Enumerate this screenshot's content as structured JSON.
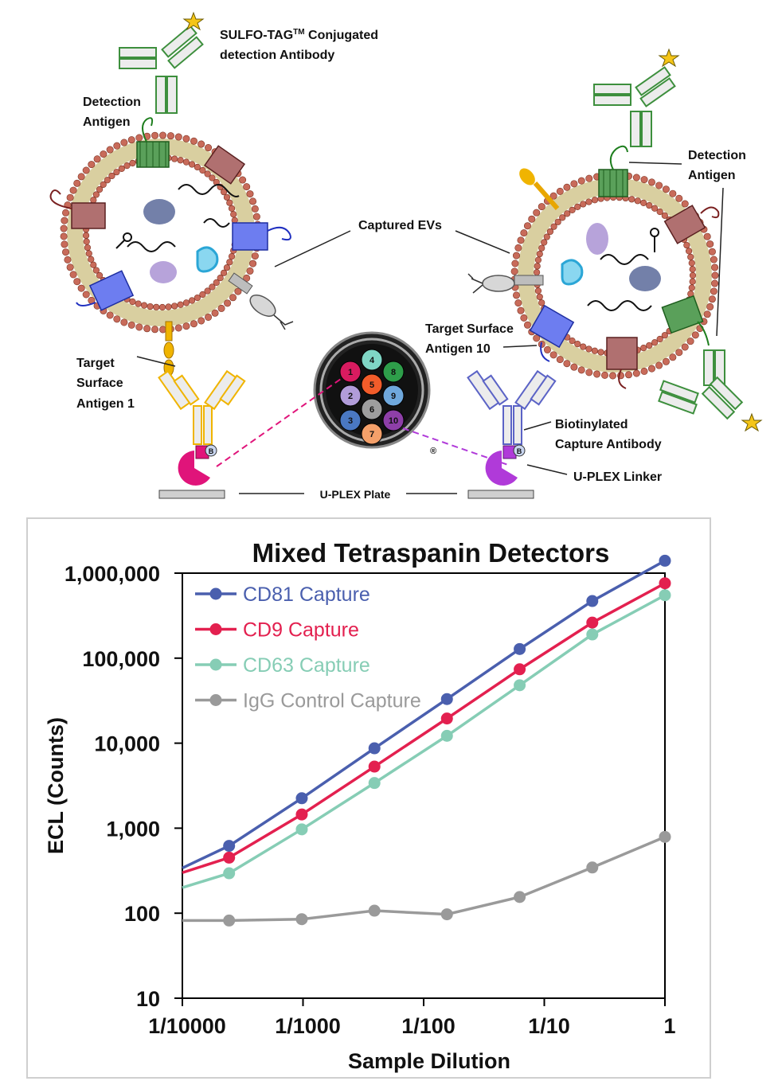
{
  "diagram": {
    "sulfo_tag": "SULFO-TAG",
    "tm": "TM",
    "sulfo_tag_rest": " Conjugated",
    "detection_antibody": "detection Antibody",
    "detection_antigen_left_1": "Detection",
    "detection_antigen_left_2": "Antigen",
    "detection_antigen_right_1": "Detection",
    "detection_antigen_right_2": "Antigen",
    "captured_evs": "Captured EVs",
    "target_surface_1_a": "Target",
    "target_surface_1_b": "Surface",
    "target_surface_1_c": "Antigen 1",
    "target_surface_10_a": "Target Surface",
    "target_surface_10_b": "Antigen 10",
    "biotinylated_a": "Biotinylated",
    "biotinylated_b": "Capture Antibody",
    "uplex_linker": "U-PLEX Linker",
    "uplex_plate": "U-PLEX Plate",
    "biotin_letter": "B",
    "registered": "®",
    "spots": [
      {
        "n": "1",
        "color": "#d81b60"
      },
      {
        "n": "2",
        "color": "#b19cd9"
      },
      {
        "n": "3",
        "color": "#4a78c2"
      },
      {
        "n": "4",
        "color": "#7fd6c5"
      },
      {
        "n": "5",
        "color": "#f25c2a"
      },
      {
        "n": "6",
        "color": "#9e9e9e"
      },
      {
        "n": "7",
        "color": "#f4a06a"
      },
      {
        "n": "8",
        "color": "#2e9e4a"
      },
      {
        "n": "9",
        "color": "#6fa8dc"
      },
      {
        "n": "10",
        "color": "#8e3fa8"
      }
    ],
    "colors": {
      "membrane_head": "#c86b5a",
      "membrane_tail": "#d9cfa0",
      "green": "#3d8f3d",
      "blue": "#3a4fd6",
      "brown": "#8b3a3a",
      "yellow": "#f0b400",
      "magenta": "#e0147a",
      "purple": "#b03ad9"
    }
  },
  "chart_data": {
    "type": "line",
    "title": "Mixed Tetraspanin Detectors",
    "xlabel": "Sample Dilution",
    "ylabel": "ECL (Counts)",
    "xscale": "log",
    "yscale": "log",
    "xlim": [
      0.0001,
      1
    ],
    "ylim": [
      10,
      1000000
    ],
    "x_ticks": [
      {
        "value": 0.0001,
        "label": "1/10000"
      },
      {
        "value": 0.001,
        "label": "1/1000"
      },
      {
        "value": 0.01,
        "label": "1/100"
      },
      {
        "value": 0.1,
        "label": "1/10"
      },
      {
        "value": 1,
        "label": "1"
      }
    ],
    "y_ticks": [
      {
        "value": 10,
        "label": "10"
      },
      {
        "value": 100,
        "label": "100"
      },
      {
        "value": 1000,
        "label": "1,000"
      },
      {
        "value": 10000,
        "label": "10,000"
      },
      {
        "value": 100000,
        "label": "100,000"
      },
      {
        "value": 1000000,
        "label": "1,000,000"
      }
    ],
    "x": [
      0.000244,
      0.000977,
      0.00391,
      0.0156,
      0.0625,
      0.25,
      1
    ],
    "series": [
      {
        "name": "CD81 Capture",
        "color": "#4a5fae",
        "start": {
          "x": 0.0001,
          "y": 340
        },
        "values": [
          620,
          2250,
          8700,
          33000,
          128000,
          470000,
          1400000
        ]
      },
      {
        "name": "CD9 Capture",
        "color": "#e3204f",
        "start": {
          "x": 0.0001,
          "y": 300
        },
        "values": [
          450,
          1450,
          5300,
          19500,
          74000,
          262000,
          760000
        ]
      },
      {
        "name": "CD63 Capture",
        "color": "#86cdb5",
        "start": {
          "x": 0.0001,
          "y": 200
        },
        "values": [
          295,
          970,
          3400,
          12200,
          48000,
          190000,
          550000
        ]
      },
      {
        "name": "IgG Control Capture",
        "color": "#9a9a9a",
        "start": {
          "x": 0.0001,
          "y": 82
        },
        "values": [
          82,
          85,
          107,
          97,
          155,
          345,
          790
        ]
      }
    ],
    "legend": "top-left",
    "grid": false
  }
}
